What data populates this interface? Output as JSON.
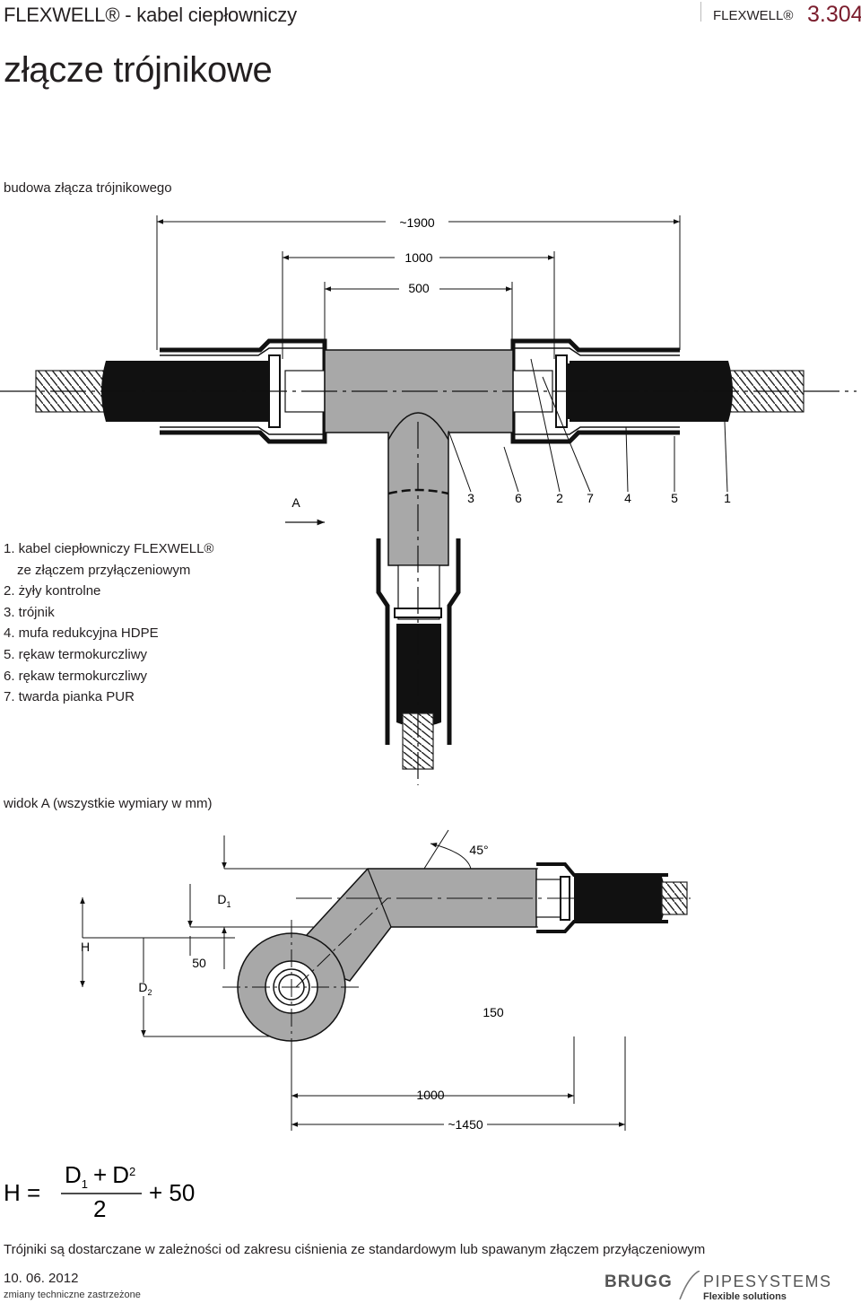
{
  "header": {
    "left_title": "FLEXWELL® - kabel ciepłowniczy",
    "brand": "FLEXWELL®",
    "page_number": "3.304"
  },
  "title": "złącze trójnikowe",
  "section1": {
    "title": "budowa złącza trójnikowego",
    "dims": [
      "~1900",
      "1000",
      "500"
    ],
    "view_label": "A",
    "callouts": [
      "3",
      "6",
      "2",
      "7",
      "4",
      "5",
      "1"
    ]
  },
  "legend": [
    "1. kabel ciepłowniczy FLEXWELL®",
    "ze złączem przyłączeniowym",
    "2. żyły kontrolne",
    "3. trójnik",
    "4. mufa redukcyjna HDPE",
    "5. rękaw termokurczliwy",
    "6. rękaw termokurczliwy",
    "7. twarda pianka PUR"
  ],
  "section2": {
    "title": "widok A (wszystkie wymiary w mm)",
    "angle": "45°",
    "d1": "D",
    "d1_sub": "1",
    "h": "H",
    "d2": "D",
    "d2_sub": "2",
    "dim50": "50",
    "dim150": "150",
    "dim1000": "1000",
    "dim1450": "~1450"
  },
  "formula": {
    "lhs": "H =",
    "num_a": "D",
    "num_a_sub": "1",
    "plus": "+",
    "num_b": "D",
    "num_b_sub": "2",
    "den": "2",
    "rhs": "+ 50"
  },
  "footer": {
    "note": "Trójniki są dostarczane  w zależności od zakresu ciśnienia ze standardowym lub spawanym złączem przyłączeniowym",
    "date": "10. 06. 2012",
    "changes": "zmiany techniczne zastrzeżone",
    "logo_left": "BRUGG",
    "logo_right": "PIPESYSTEMS",
    "tagline": "Flexible solutions"
  },
  "colors": {
    "accent": "#7a1c2c",
    "fill_gray": "#a8a8a8",
    "black": "#111111"
  }
}
